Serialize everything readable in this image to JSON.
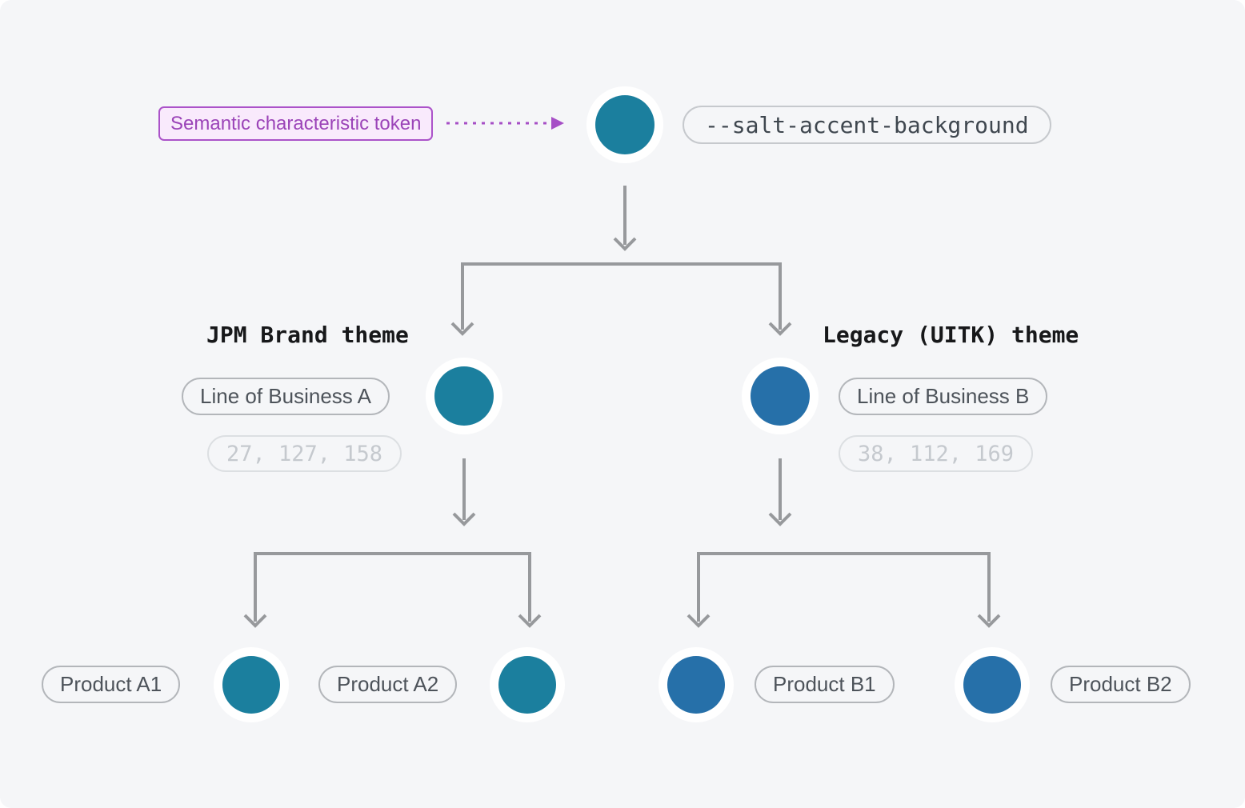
{
  "colors": {
    "canvas_background": "#f5f6f8",
    "connector_gray": "#97999c",
    "accent_teal": "#1b7f9e",
    "accent_blue": "#2670a9",
    "annotation_purple": "#a64fc6"
  },
  "root": {
    "annotation_label": "Semantic characteristic token",
    "token_name": "--salt-accent-background",
    "swatch_color": "#1b7f9e"
  },
  "branches": [
    {
      "theme_label": "JPM Brand theme",
      "lob_label": "Line of Business A",
      "rgb_value": "27, 127, 158",
      "swatch_color": "#1b7f9e",
      "products": [
        {
          "label": "Product A1"
        },
        {
          "label": "Product A2"
        }
      ]
    },
    {
      "theme_label": "Legacy (UITK) theme",
      "lob_label": "Line of Business B",
      "rgb_value": "38, 112, 169",
      "swatch_color": "#2670a9",
      "products": [
        {
          "label": "Product B1"
        },
        {
          "label": "Product B2"
        }
      ]
    }
  ]
}
